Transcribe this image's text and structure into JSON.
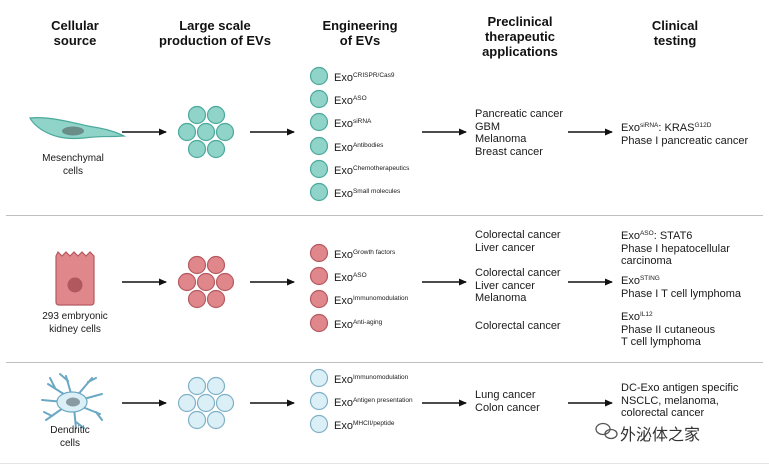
{
  "headers": {
    "cellular_source": [
      "Cellular",
      "source"
    ],
    "production": [
      "Large scale",
      "production of EVs"
    ],
    "engineering": [
      "Engineering",
      "of EVs"
    ],
    "preclinical": [
      "Preclinical",
      "therapeutic",
      "applications"
    ],
    "clinical": [
      "Clinical",
      "testing"
    ]
  },
  "colors": {
    "teal": "#8fd3c9",
    "teal_stroke": "#4aa99b",
    "red": "#e0878b",
    "red_stroke": "#b55a60",
    "blue": "#dbeff7",
    "blue_stroke": "#7fb0c6"
  },
  "rows": {
    "mesenchymal": {
      "cell_label": [
        "Mesenchymal",
        "cells"
      ],
      "exos": [
        {
          "base": "Exo",
          "sup": "CRISPR/Cas9"
        },
        {
          "base": "Exo",
          "sup": "ASO"
        },
        {
          "base": "Exo",
          "sup": "siRNA"
        },
        {
          "base": "Exo",
          "sup": "Antibodies"
        },
        {
          "base": "Exo",
          "sup": "Chemotherapeutics"
        },
        {
          "base": "Exo",
          "sup": "Small molecules"
        }
      ],
      "preclinical": [
        "Pancreatic cancer",
        "GBM",
        "Melanoma",
        "Breast cancer"
      ],
      "clinical": {
        "line1": {
          "a": "Exo",
          "a_sup": "siRNA",
          "b": ": KRAS",
          "b_sup": "G12D"
        },
        "line2": "Phase I pancreatic cancer"
      }
    },
    "kidney": {
      "cell_label": [
        "293 embryonic",
        "kidney cells"
      ],
      "exos": [
        {
          "base": "Exo",
          "sup": "Growth factors"
        },
        {
          "base": "Exo",
          "sup": "ASO"
        },
        {
          "base": "Exo",
          "sup": "Immunomodulation"
        },
        {
          "base": "Exo",
          "sup": "Anti-aging"
        }
      ],
      "preclinical_groups": [
        [
          "Colorectal cancer",
          "Liver cancer"
        ],
        [
          "Colorectal cancer",
          "Liver cancer",
          "Melanoma"
        ],
        [
          "Colorectal cancer"
        ]
      ],
      "clinical": [
        {
          "a": "Exo",
          "a_sup": "ASO",
          "b": ": STAT6",
          "lines": [
            "Phase I hepatocellular",
            "carcinoma"
          ]
        },
        {
          "a": "Exo",
          "a_sup": "STING",
          "lines": [
            "Phase I T cell lymphoma"
          ]
        },
        {
          "a": "Exo",
          "a_sup": "IL12",
          "lines": [
            "Phase II cutaneous",
            "T cell lymphoma"
          ]
        }
      ]
    },
    "dendritic": {
      "cell_label": [
        "Dendritic",
        "cells"
      ],
      "exos": [
        {
          "base": "Exo",
          "sup": "Immunomodulation"
        },
        {
          "base": "Exo",
          "sup": "Antigen presentation"
        },
        {
          "base": "Exo",
          "sup": "MHCII/peptide"
        }
      ],
      "preclinical": [
        "Lung cancer",
        "Colon cancer"
      ],
      "clinical": [
        "DC-Exo antigen specific",
        "NSCLC, melanoma,",
        "colorectal cancer"
      ]
    }
  },
  "watermark": "外泌体之家"
}
